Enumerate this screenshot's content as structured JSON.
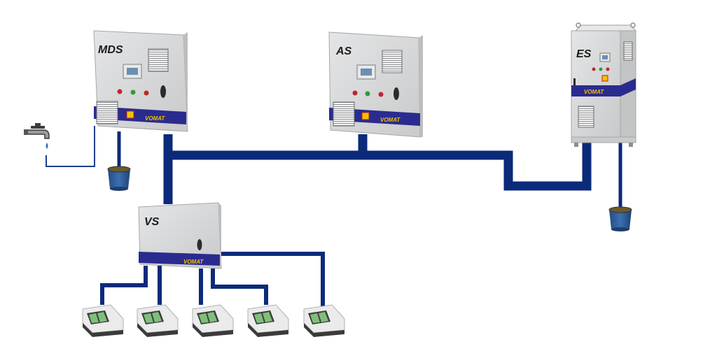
{
  "units": {
    "mds": {
      "label": "MDS",
      "brand": "VOMAT"
    },
    "as": {
      "label": "AS",
      "brand": "VOMAT"
    },
    "es": {
      "label": "ES",
      "brand": "VOMAT"
    },
    "vs": {
      "label": "VS",
      "brand": "VOMAT"
    }
  },
  "colors": {
    "pipe": "#0b2a7a",
    "water_line": "#1d3f8f",
    "cabinet": "#d7d8d9",
    "cabinet_side": "#b9babb",
    "stripe": "#2a2b8e",
    "brand_text": "#f2c200",
    "bucket": "#2f5d9a",
    "station_green": "#7fbf7a"
  },
  "icons": {
    "tap": "water-tap-icon",
    "bucket": "bucket-icon",
    "nozzle": "wash-station-icon"
  },
  "wash_stations": 5
}
